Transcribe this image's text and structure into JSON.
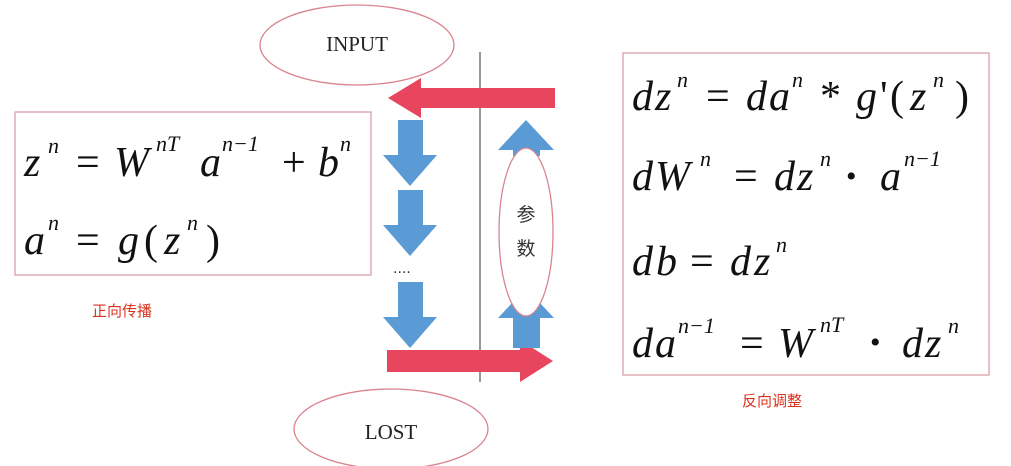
{
  "nodes": {
    "input": "INPUT",
    "lost": "LOST",
    "params_top": "参",
    "params_bottom": "数"
  },
  "ellipsis": "....",
  "labels": {
    "forward": "正向传播",
    "backward": "反向调整"
  },
  "forward_equations": {
    "line1": {
      "z": "z",
      "n1": "n",
      "eq": "=",
      "W": "W",
      "nT": "nT",
      "a": "a",
      "nm1": "n−1",
      "plus": "+",
      "b": "b",
      "n2": "n"
    },
    "line2": {
      "a": "a",
      "n1": "n",
      "eq": "=",
      "g": "g",
      "lp": "(",
      "z": "z",
      "n2": "n",
      "rp": ")"
    }
  },
  "backward_equations": {
    "line1": {
      "d1": "d",
      "z": "z",
      "n1": "n",
      "eq": "=",
      "d2": "d",
      "a": "a",
      "n2": "n",
      "star": "*",
      "g": "g",
      "prime": "'",
      "lp": "(",
      "z2": "z",
      "n3": "n",
      "rp": ")"
    },
    "line2": {
      "d1": "d",
      "W": "W",
      "n1": "n",
      "eq": "=",
      "d2": "d",
      "z": "z",
      "n2": "n",
      "dot": "•",
      "a": "a",
      "nm1": "n−1"
    },
    "line3": {
      "d1": "d",
      "b": "b",
      "eq": "=",
      "d2": "d",
      "z": "z",
      "n1": "n"
    },
    "line4": {
      "d1": "d",
      "a": "a",
      "nm1": "n−1",
      "eq": "=",
      "W": "W",
      "nT": "nT",
      "dot": "•",
      "d2": "d",
      "z": "z",
      "n1": "n"
    }
  },
  "colors": {
    "red_arrow": "#e8455e",
    "blue_arrow": "#5b9bd5",
    "box_border": "#d9a0a8",
    "ellipse_border": "#d9848f",
    "label_red": "#d9331f"
  }
}
